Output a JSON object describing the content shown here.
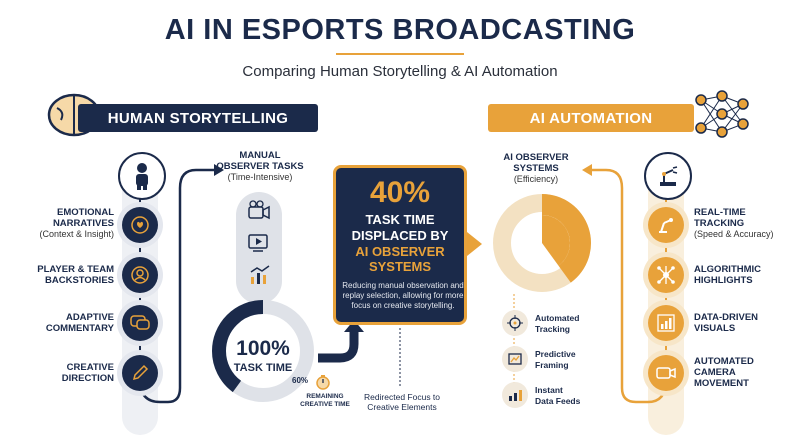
{
  "header": {
    "title": "AI IN ESPORTS BROADCASTING",
    "subtitle": "Comparing Human Storytelling & AI Automation"
  },
  "human": {
    "banner": "HUMAN STORYTELLING",
    "items": [
      {
        "title": "EMOTIONAL\nNARRATIVES",
        "sub": "(Context & Insight)",
        "icon": "heart-head-icon"
      },
      {
        "title": "PLAYER & TEAM\nBACKSTORIES",
        "sub": "",
        "icon": "player-profile-icon"
      },
      {
        "title": "ADAPTIVE\nCOMMENTARY",
        "sub": "",
        "icon": "speech-bubble-icon"
      },
      {
        "title": "CREATIVE\nDIRECTION",
        "sub": "",
        "icon": "pencil-icon"
      }
    ],
    "manual": {
      "title": "MANUAL\nOBSERVER TASKS",
      "sub": "(Time-Intensive)"
    },
    "donut": {
      "pct": "100%",
      "label": "TASK TIME",
      "remaining_pct": "60%",
      "remaining_label": "REMAINING\nCREATIVE TIME",
      "remaining_fraction": 0.6
    },
    "redirect_label": "Redirected Focus to\nCreative Elements"
  },
  "center": {
    "pct": "40%",
    "line1": "TASK TIME",
    "line2": "DISPLACED BY",
    "line3": "AI OBSERVER\nSYSTEMS",
    "desc": "Reducing manual observation and replay selection, allowing for more focus on creative storytelling."
  },
  "ai": {
    "banner": "AI AUTOMATION",
    "observer": {
      "title": "AI OBSERVER\nSYSTEMS",
      "sub": "(Efficiency)",
      "fraction": 0.4
    },
    "features": [
      {
        "label": "Automated\nTracking",
        "icon": "target-icon"
      },
      {
        "label": "Predictive\nFraming",
        "icon": "frame-icon"
      },
      {
        "label": "Instant\nData Feeds",
        "icon": "bar-chart-icon"
      }
    ],
    "items": [
      {
        "title": "REAL-TIME\nTRACKING",
        "sub": "(Speed & Accuracy)",
        "icon": "robot-arm-icon"
      },
      {
        "title": "ALGORITHMIC\nHIGHLIGHTS",
        "sub": "",
        "icon": "network-icon"
      },
      {
        "title": "DATA-DRIVEN\nVISUALS",
        "sub": "",
        "icon": "chart-icon"
      },
      {
        "title": "AUTOMATED\nCAMERA\nMOVEMENT",
        "sub": "",
        "icon": "camera-icon"
      }
    ]
  },
  "colors": {
    "navy": "#1b2a4a",
    "gold": "#e8a23a",
    "light_gray": "#e4e7ee",
    "light_gold": "#f7e6c8"
  }
}
